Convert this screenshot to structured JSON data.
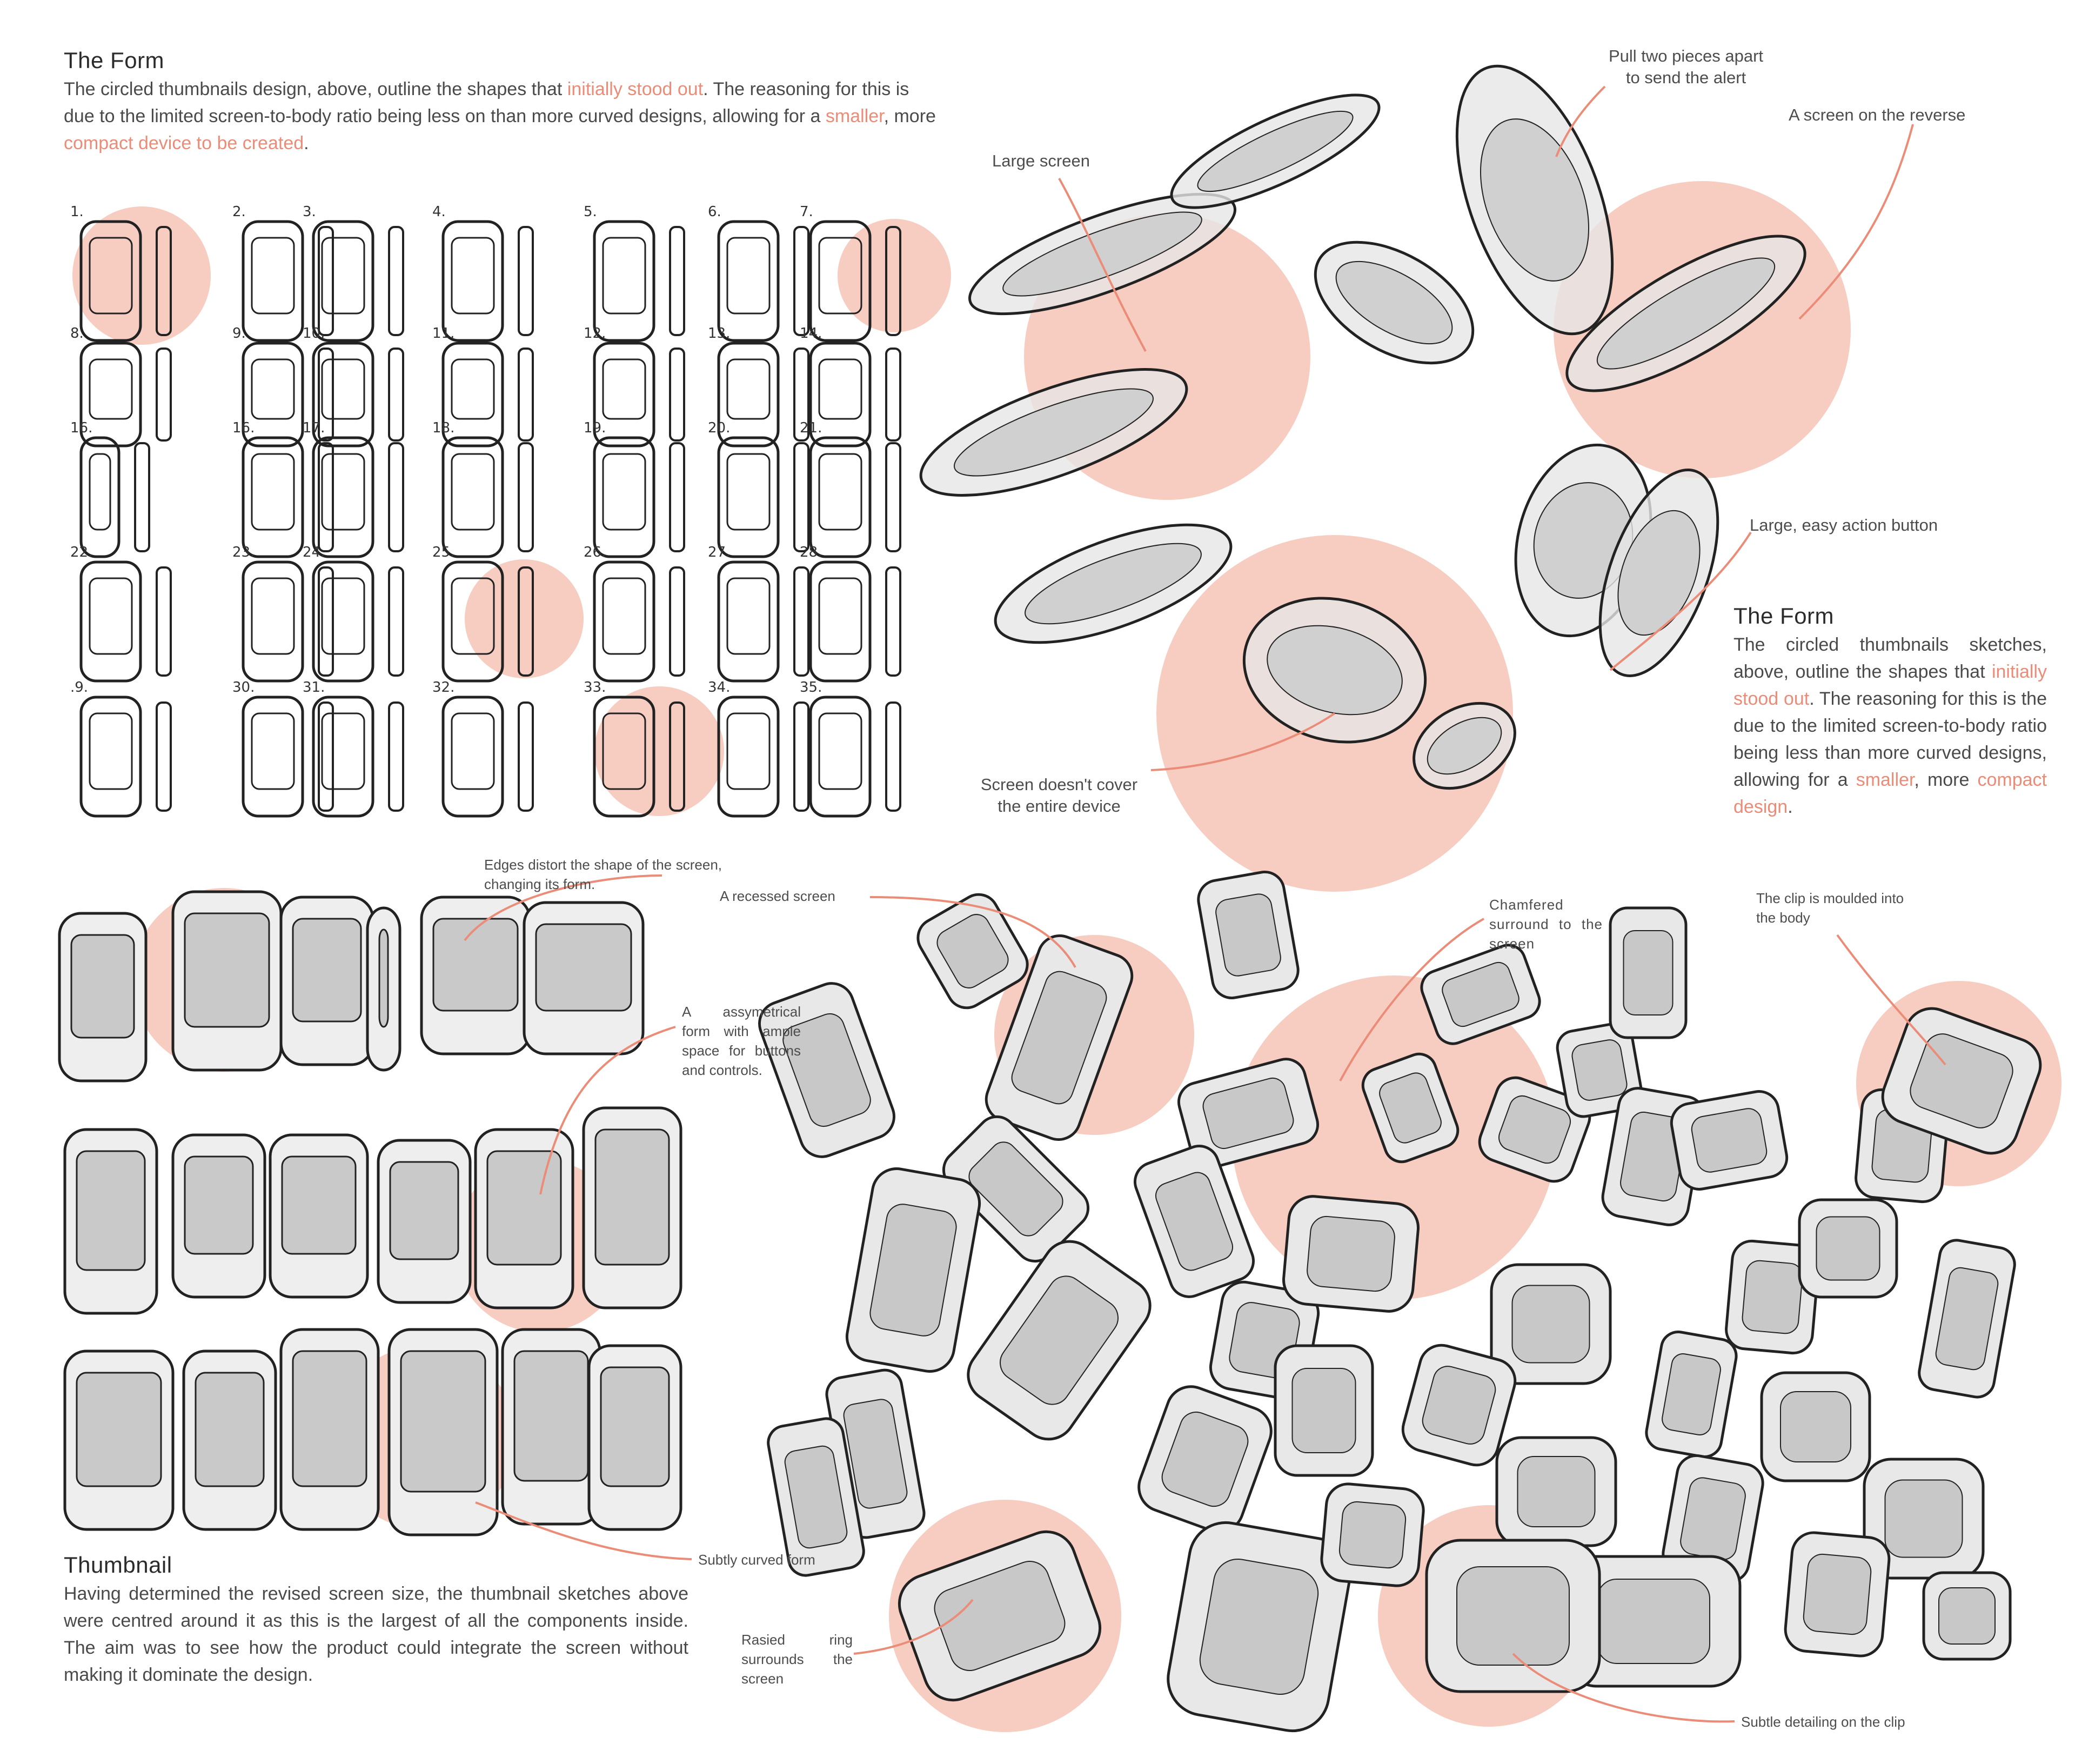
{
  "colors": {
    "accent": "#ea8c77",
    "highlight": "#f5bfb1",
    "ink": "#222222",
    "fill": "#d9d9d9"
  },
  "form_top": {
    "title": "The Form",
    "p1": "The circled thumbnails design, above, outline the shapes that ",
    "h1": "initially stood out",
    "p2": ". The reasoning for this is due to the limited screen-to-body ratio being less on than more curved designs, allowing for a ",
    "h2": "smaller",
    "p3": ", more ",
    "h3": "compact device to be created",
    "p4": "."
  },
  "thumb_numbers": [
    "1.",
    "2.",
    "3.",
    "4.",
    "5.",
    "6.",
    "7.",
    "8.",
    "9.",
    "10.",
    "11.",
    "12.",
    "13.",
    "14.",
    "16.",
    "16.",
    "17.",
    "18.",
    "19.",
    "20.",
    "21.",
    "22.",
    "23.",
    "24.",
    "25.",
    "26.",
    "27.",
    "28.",
    ".9.",
    "30.",
    "31.",
    "32.",
    "33.",
    "34.",
    "35."
  ],
  "upper_right": {
    "large_screen": "Large screen",
    "pull_apart_1": "Pull two pieces apart",
    "pull_apart_2": "to send the alert",
    "screen_reverse": "A screen on the reverse",
    "action_button": "Large, easy action button",
    "screen_cover_1": "Screen doesn't cover",
    "screen_cover_2": "the entire device"
  },
  "form_right": {
    "title": "The Form",
    "p1": "The circled thumbnails sketches, above, outline the shapes that ",
    "h1": "initially stood out",
    "p2": ". The reasoning for this is the due to the limited screen-to-body ratio being less than more curved designs, allowing for a ",
    "h2": "smaller",
    "p3": ", more ",
    "h3": "compact design",
    "p4": "."
  },
  "lower_left": {
    "edges": "Edges distort the shape of the screen, changing its form.",
    "asym": "A assymetrical form with ample space for buttons and controls.",
    "subtly": "Subtly curved form"
  },
  "thumbnail_section": {
    "title": "Thumbnail",
    "body": "Having determined the revised screen size, the thumbnail sketches above were centred around it as this is the largest of all the components inside. The aim was to see how the product could integrate the screen without making it dominate the design."
  },
  "lower_right": {
    "recessed": "A recessed screen",
    "chamfered": "Chamfered surround to the screen",
    "clip_moulded_1": "The clip is moulded into",
    "clip_moulded_2": "the body",
    "raised": "Rasied ring surrounds the screen",
    "clip_detail": "Subtle detailing on the clip"
  }
}
